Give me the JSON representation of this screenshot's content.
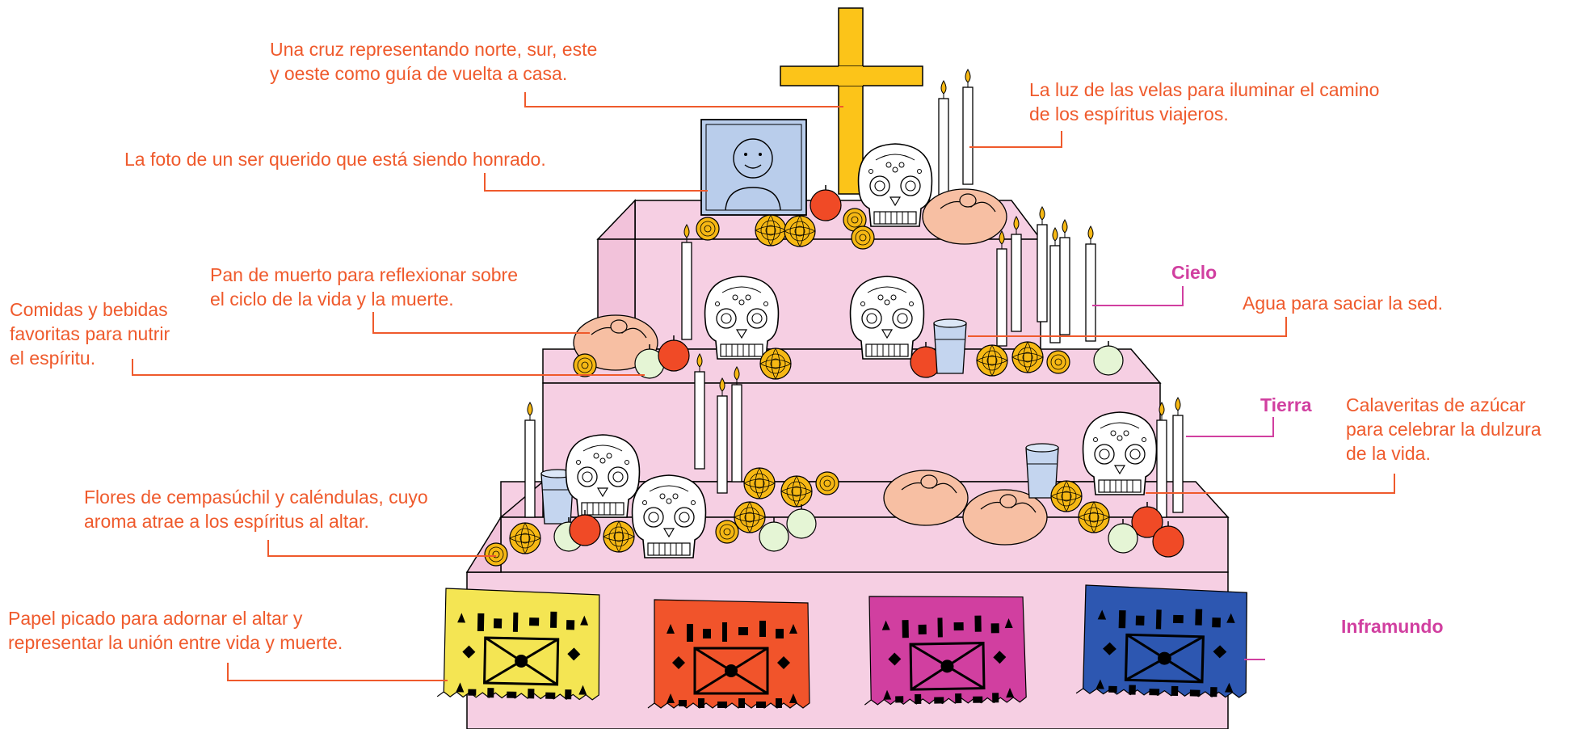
{
  "labels": {
    "cross": [
      "Una cruz representando norte, sur, este",
      "y oeste como guía de vuelta a casa."
    ],
    "candles": [
      "La luz de las velas para iluminar el camino",
      "de los espíritus viajeros."
    ],
    "photo": [
      "La foto de un ser querido que está siendo honrado."
    ],
    "bread": [
      "Pan de muerto para reflexionar sobre",
      "el ciclo de la vida y la muerte."
    ],
    "food": [
      "Comidas y bebidas",
      "favoritas para nutrir",
      "el espíritu."
    ],
    "water": [
      "Agua para saciar la sed."
    ],
    "skulls": [
      "Calaveritas de azúcar",
      "para celebrar la dulzura",
      "de la vida."
    ],
    "flowers": [
      "Flores de cempasúchil y caléndulas, cuyo",
      "aroma atrae a los espíritus al altar."
    ],
    "papel": [
      "Papel picado para adornar el altar y",
      "representar la unión entre vida y muerte."
    ]
  },
  "levels": {
    "cielo": "Cielo",
    "tierra": "Tierra",
    "inframundo": "Inframundo"
  },
  "colors": {
    "label_text": "#ef5a2c",
    "level_text": "#d13fa0",
    "altar_pink": "#f6cfe3",
    "cross_yellow": "#fcc419",
    "photo_blue": "#b9cdeb",
    "bread": "#f7bfa3",
    "apple_red": "#f04a26",
    "apple_green": "#e5f5d5",
    "marigold": "#f6b814",
    "water_blue": "#c4d5ef",
    "papel_yellow": "#f4e553",
    "papel_orange": "#f1542b",
    "papel_magenta": "#d13fa0",
    "papel_blue": "#2d57b1"
  }
}
